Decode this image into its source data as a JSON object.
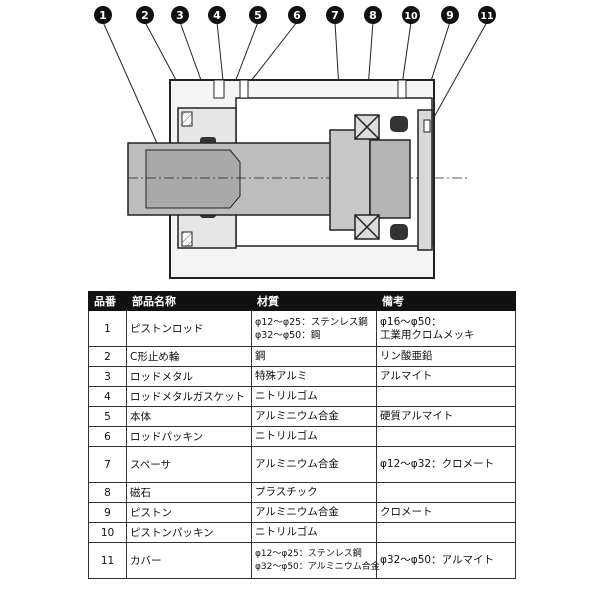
{
  "callouts": [
    "1",
    "2",
    "3",
    "4",
    "5",
    "6",
    "7",
    "8",
    "10",
    "9",
    "11"
  ],
  "table": {
    "headers": {
      "no": "品番",
      "name": "部品名称",
      "material": "材質",
      "note": "備考"
    },
    "rows": [
      {
        "no": "1",
        "name": "ピストンロッド",
        "material": [
          "φ12～φ25：ステンレス鋼",
          "φ32～φ50：鋼"
        ],
        "note": [
          "φ16～φ50：",
          "工業用クロムメッキ"
        ]
      },
      {
        "no": "2",
        "name": "C形止め輪",
        "material": [
          "鋼"
        ],
        "note": [
          "リン酸亜鉛"
        ]
      },
      {
        "no": "3",
        "name": "ロッドメタル",
        "material": [
          "特殊アルミ"
        ],
        "note": [
          "アルマイト"
        ]
      },
      {
        "no": "4",
        "name": "ロッドメタルガスケット",
        "material": [
          "ニトリルゴム"
        ],
        "note": [
          ""
        ]
      },
      {
        "no": "5",
        "name": "本体",
        "material": [
          "アルミニウム合金"
        ],
        "note": [
          "硬質アルマイト"
        ]
      },
      {
        "no": "6",
        "name": "ロッドパッキン",
        "material": [
          "ニトリルゴム"
        ],
        "note": [
          ""
        ]
      },
      {
        "no": "7",
        "name": "スペーサ",
        "material": [
          "アルミニウム合金"
        ],
        "note": [
          "φ12～φ32：クロメート"
        ]
      },
      {
        "no": "8",
        "name": "磁石",
        "material": [
          "プラスチック"
        ],
        "note": [
          ""
        ]
      },
      {
        "no": "9",
        "name": "ピストン",
        "material": [
          "アルミニウム合金"
        ],
        "note": [
          "クロメート"
        ]
      },
      {
        "no": "10",
        "name": "ピストンパッキン",
        "material": [
          "ニトリルゴム"
        ],
        "note": [
          ""
        ]
      },
      {
        "no": "11",
        "name": "カバー",
        "material": [
          "φ12～φ25：ステンレス鋼",
          "φ32～φ50：アルミニウム合金"
        ],
        "note": [
          "φ32～φ50：アルマイト"
        ]
      }
    ]
  }
}
